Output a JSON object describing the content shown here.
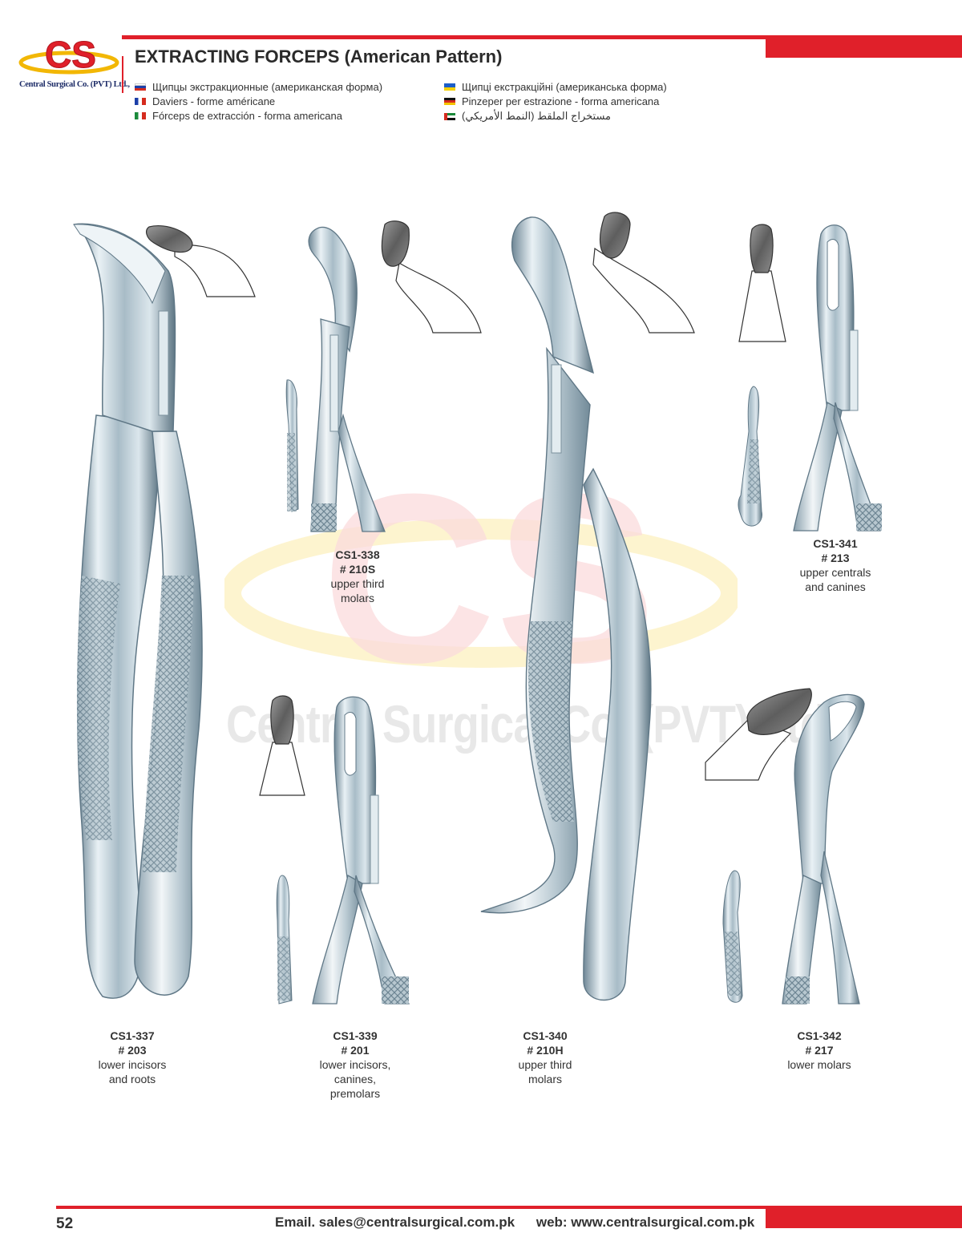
{
  "brand": {
    "logo_text": "CS",
    "company": "Central Surgical Co. (PVT) Ltd.,",
    "colors": {
      "red": "#e0202a",
      "navy": "#1b2a66",
      "gold": "#f2b705"
    }
  },
  "header": {
    "title": "EXTRACTING FORCEPS (American Pattern)",
    "translations": [
      {
        "flag": "russia-flag-icon",
        "text": "Щипцы экстракционные (американская форма)"
      },
      {
        "flag": "france-flag-icon",
        "text": "Daviers - forme américane"
      },
      {
        "flag": "italy-flag-icon",
        "text": "Fórceps de extracción - forma americana"
      },
      {
        "flag": "ukraine-flag-icon",
        "text": "Щипці екстракційні (американська форма)"
      },
      {
        "flag": "germany-flag-icon",
        "text": "Pinzeper per estrazione - forma americana"
      },
      {
        "flag": "uae-flag-icon",
        "text": "مستخراج الملقط (النمط الأمريكي)"
      }
    ]
  },
  "watermark": {
    "text": "Central Surgical Co. (PVT) Ltd.,"
  },
  "products": [
    {
      "code": "CS1-337",
      "number": "# 203",
      "description": [
        "lower incisors",
        "and roots"
      ]
    },
    {
      "code": "CS1-338",
      "number": "# 210S",
      "description": [
        "upper third",
        "molars"
      ]
    },
    {
      "code": "CS1-339",
      "number": "# 201",
      "description": [
        "lower incisors,",
        "canines,",
        "premolars"
      ]
    },
    {
      "code": "CS1-340",
      "number": "# 210H",
      "description": [
        "upper third",
        "molars"
      ]
    },
    {
      "code": "CS1-341",
      "number": "# 213",
      "description": [
        "upper centrals",
        "and canines"
      ]
    },
    {
      "code": "CS1-342",
      "number": "# 217",
      "description": [
        "lower molars"
      ]
    }
  ],
  "footer": {
    "page_number": "52",
    "email": "Email. sales@centralsurgical.com.pk",
    "web": "web: www.centralsurgical.com.pk"
  }
}
